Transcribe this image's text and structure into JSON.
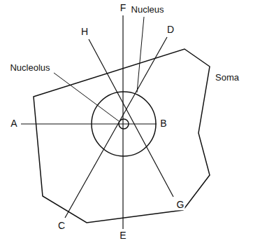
{
  "diagram": {
    "labels": [
      "F",
      "Nucleus",
      "H",
      "D",
      "Nucleolus",
      "A",
      "B",
      "Soma",
      "C",
      "E",
      "G"
    ]
  }
}
